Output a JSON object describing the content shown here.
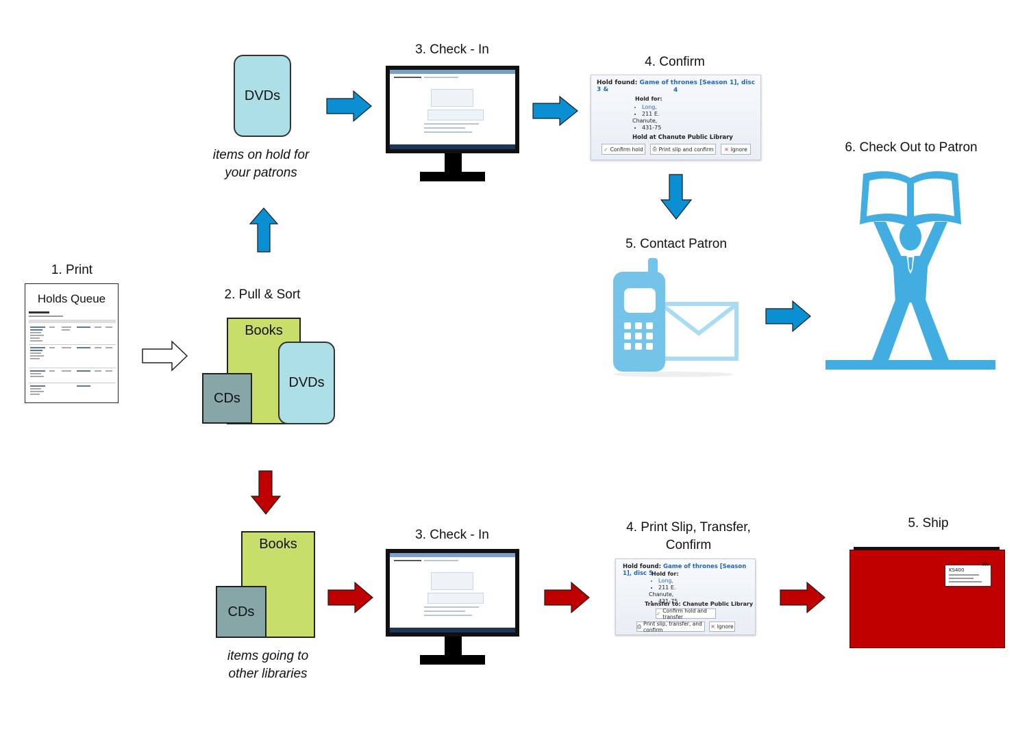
{
  "colors": {
    "blue_arrow": "#0b8fd3",
    "red_arrow": "#c00000",
    "green_box": "#c7de6a",
    "teal_box": "#86a6a8",
    "dvd_box": "#acdfe6",
    "icon_blue": "#41ade0",
    "phone_blue": "#74c4ea",
    "package_red": "#c00000"
  },
  "step1": {
    "label": "1. Print",
    "doc_title": "Holds Queue"
  },
  "step2": {
    "label": "2. Pull & Sort",
    "books": "Books",
    "cds": "CDs",
    "dvds": "DVDs"
  },
  "top_branch": {
    "dvds": "DVDs",
    "caption_line1": "items on hold for",
    "caption_line2": "your patrons",
    "step3_label": "3. Check - In",
    "step4_label": "4. Confirm",
    "confirm_dialog": {
      "hold_found": "Hold found:",
      "title_link": "Game of thrones [Season 1], disc 3 &",
      "title_link2": "4",
      "hold_for": "Hold for:",
      "patron": [
        "Long,",
        "211 E.",
        "Chanute,",
        "431-75"
      ],
      "hold_at": "Hold at Chanute Public Library",
      "btn_confirm": "Confirm hold",
      "btn_print": "Print slip and confirm",
      "btn_ignore": "Ignore"
    },
    "step5_label": "5. Contact Patron",
    "step6_label": "6. Check Out to Patron"
  },
  "bottom_branch": {
    "books": "Books",
    "cds": "CDs",
    "caption_line1": "items going to",
    "caption_line2": "other libraries",
    "step3_label": "3. Check - In",
    "step4_label_line1": "4. Print Slip, Transfer,",
    "step4_label_line2": "Confirm",
    "transfer_dialog": {
      "hold_found": "Hold found:",
      "title_link": "Game of thrones [Season 1], disc 5",
      "hold_for": "Hold for:",
      "patron": [
        "Long,",
        "211 E.",
        "Chanute,",
        "431-75"
      ],
      "transfer_to": "Transfer to: Chanute Public Library",
      "btn_confirm": "Confirm hold and transfer",
      "btn_print": "Print slip, transfer, and confirm",
      "btn_ignore": "Ignore"
    },
    "step5_label": "5. Ship",
    "package_label": {
      "code": "KS400",
      "tag": "PA"
    }
  }
}
